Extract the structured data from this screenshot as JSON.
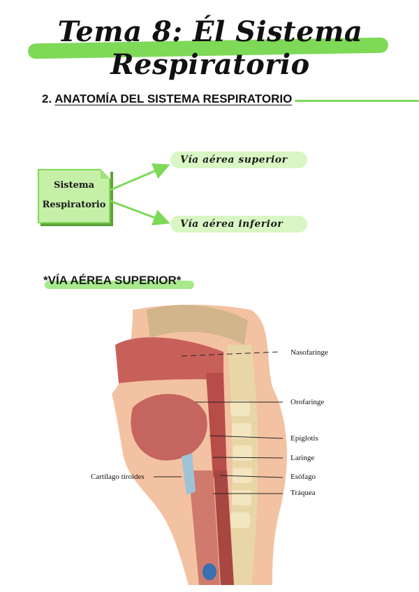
{
  "page": {
    "title": "Tema 8: Él Sistema Respiratorio",
    "section": {
      "number": "2.",
      "title": "ANATOMÍA DEL SISTEMA RESPIRATORIO"
    },
    "concept_map": {
      "root": [
        "Sistema",
        "Respiratorio"
      ],
      "branches": [
        "Vía aérea superior",
        "Vía aérea inferior"
      ]
    },
    "subheading": "*VÍA AÉREA SUPERIOR*",
    "figure_labels": {
      "nasofaringe": "Nasofaringe",
      "orofaringe": "Orofaringe",
      "epiglotis": "Epíglotis",
      "laringe": "Laringe",
      "esofago": "Esófago",
      "traquea": "Tráquea",
      "cartilago": "Cartílago tiroides"
    },
    "colors": {
      "accent_green": "#7ed957",
      "pill_green": "#d9f7c4"
    }
  }
}
